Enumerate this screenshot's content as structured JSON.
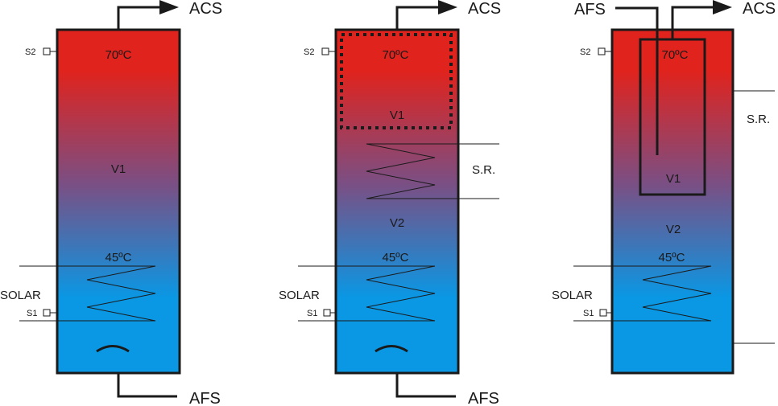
{
  "colors": {
    "hot": "#e0231d",
    "mid": "#7a4f84",
    "cold": "#0a97e4",
    "outline": "#1a1a1a",
    "background": "#ffffff"
  },
  "tanks": [
    {
      "outlet_label": "ACS",
      "inlet_label": "AFS",
      "sensor_top": "S2",
      "sensor_bottom": "S1",
      "top_temp": "70ºC",
      "volume_label": "V1",
      "bottom_temp": "45ºC",
      "solar_label": "SOLAR"
    },
    {
      "outlet_label": "ACS",
      "inlet_label": "AFS",
      "sensor_top": "S2",
      "sensor_bottom": "S1",
      "top_temp": "70ºC",
      "upper_volume_label": "V1",
      "coil_label": "S.R.",
      "lower_volume_label": "V2",
      "bottom_temp": "45ºC",
      "solar_label": "SOLAR"
    },
    {
      "outlet_label": "ACS",
      "inlet_label": "AFS",
      "sensor_top": "S2",
      "sensor_bottom": "S1",
      "top_temp": "70ºC",
      "inner_volume_label": "V1",
      "side_label": "S.R.",
      "lower_volume_label": "V2",
      "bottom_temp": "45ºC",
      "solar_label": "SOLAR"
    }
  ]
}
